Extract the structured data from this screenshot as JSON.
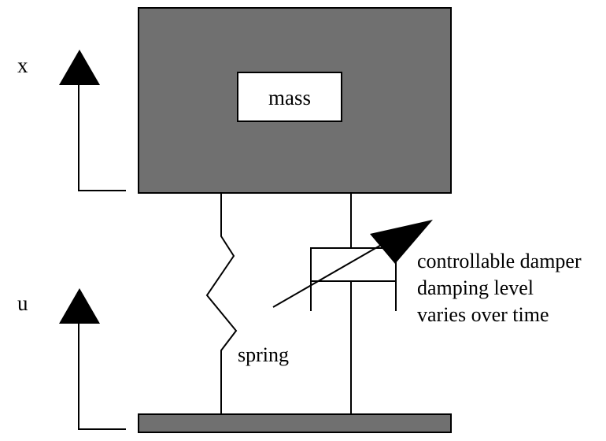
{
  "labels": {
    "mass": "mass",
    "spring": "spring",
    "x": "x",
    "u": "u",
    "damper_line1": "controllable damper",
    "damper_line2": "damping level",
    "damper_line3": "varies over time"
  },
  "colors": {
    "mass_block": "#707070",
    "base_plate": "#707070",
    "stroke": "#000000",
    "background": "#ffffff"
  },
  "icons": {
    "x_arrow": "up-arrow-icon",
    "u_arrow": "up-arrow-icon",
    "damper_arrow": "diagonal-arrow-icon"
  }
}
